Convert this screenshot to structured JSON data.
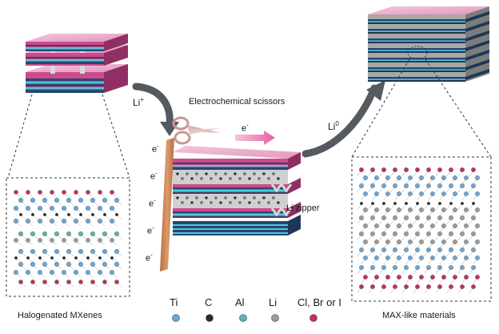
{
  "labels": {
    "li_plus": "Li",
    "li_plus_sup": "+",
    "scissors": "Electrochemical scissors",
    "electron": "e",
    "electron_sup": "-",
    "li_zero": "Li",
    "li_zero_sup": "0",
    "li_zipper": "Li zipper",
    "left_caption": "Halogenated MXenes",
    "right_caption": "MAX-like  materials"
  },
  "legend": [
    {
      "label": "Ti",
      "color": "#6aa6d6"
    },
    {
      "label": "C",
      "color": "#2a2a2a"
    },
    {
      "label": "Al",
      "color": "#5fb3ad"
    },
    {
      "label": "Li",
      "color": "#9a9a9a"
    },
    {
      "label": "Cl, Br or I",
      "color": "#c0335a"
    }
  ],
  "colors": {
    "magenta": "#d9478f",
    "navy": "#27496d",
    "cyan": "#54c3e0",
    "gray": "#a9a9a9",
    "electrode": "#cf8a5a",
    "arrow": "#555a60",
    "pink_arrow": "#ec7fae"
  }
}
